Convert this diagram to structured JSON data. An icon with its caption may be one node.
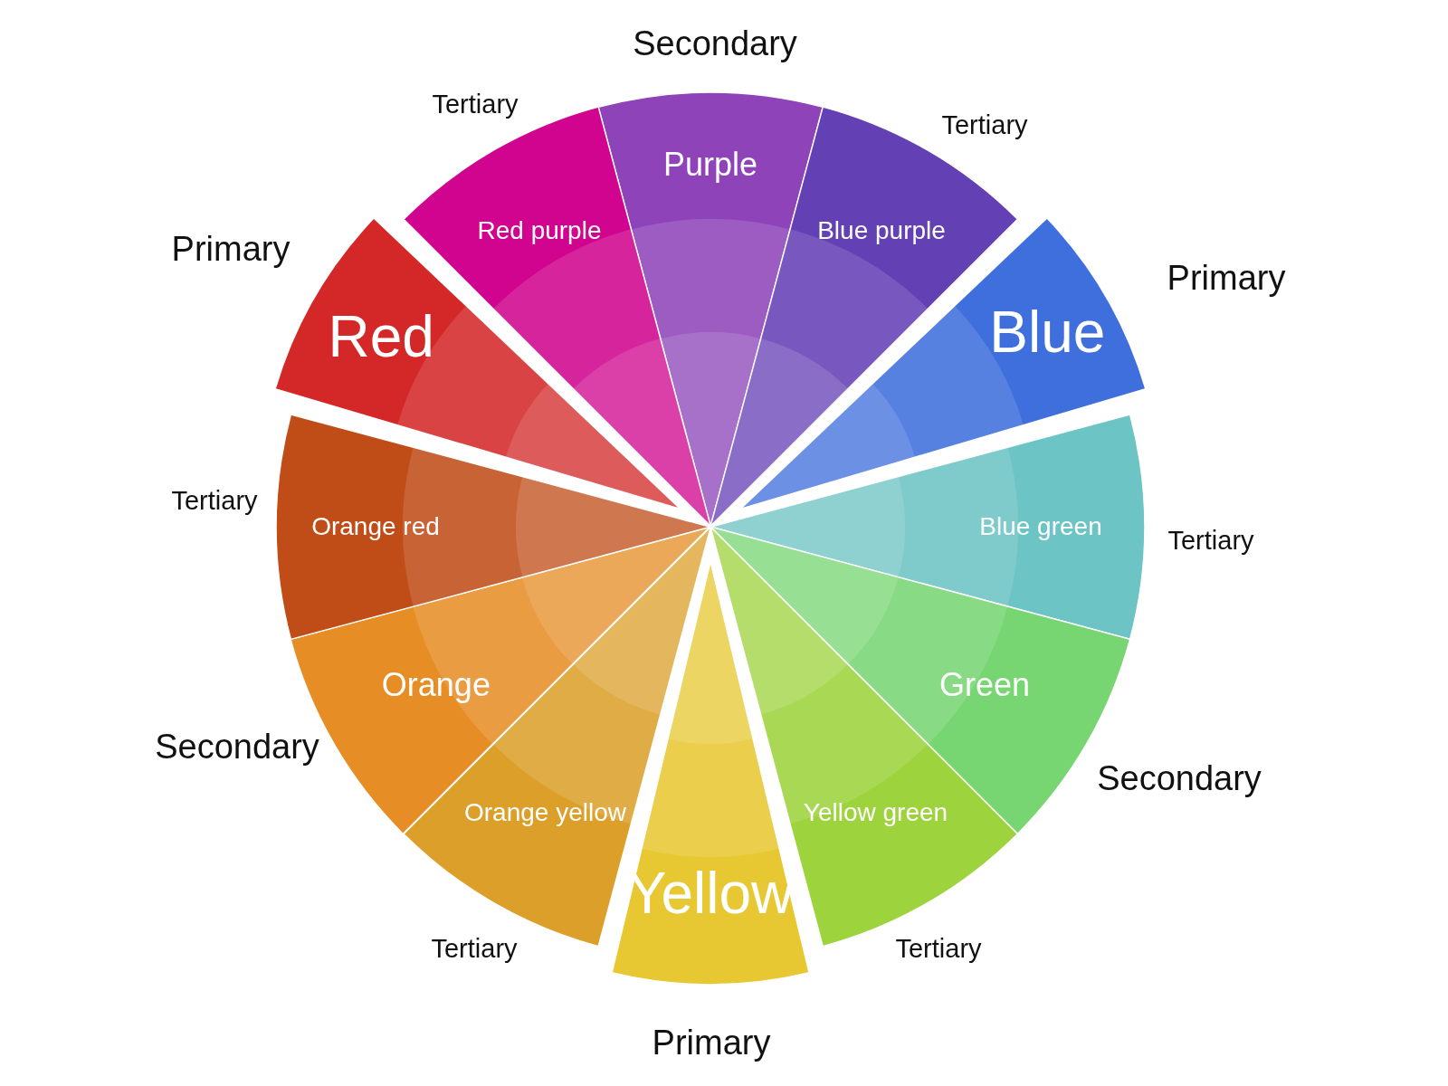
{
  "diagram": {
    "nodes": [
      {
        "text": [
          "Purple"
        ],
        "beside": [
          "Secondary"
        ]
      },
      {
        "text": [
          "Blue purple"
        ],
        "beside": [
          "Tertiary"
        ]
      },
      {
        "text": [
          "Blue"
        ],
        "beside": [
          "Primary"
        ]
      },
      {
        "text": [
          "Blue green"
        ],
        "beside": [
          "Tertiary"
        ]
      },
      {
        "text": [
          "Green"
        ],
        "beside": [
          "Secondary"
        ]
      },
      {
        "text": [
          "Yellow green"
        ],
        "beside": [
          "Tertiary"
        ]
      },
      {
        "text": [
          "Yellow"
        ],
        "beside": [
          "Primary"
        ]
      },
      {
        "text": [
          "Orange yellow"
        ],
        "beside": [
          "Tertiary"
        ]
      },
      {
        "text": [
          "Orange"
        ],
        "beside": [
          "Secondary"
        ]
      },
      {
        "text": [
          "Orange red"
        ],
        "beside": [
          "Tertiary"
        ]
      },
      {
        "text": [
          "Red"
        ],
        "beside": [
          "Primary"
        ]
      },
      {
        "text": [
          "Red purple"
        ],
        "beside": [
          "Tertiary"
        ]
      }
    ]
  }
}
